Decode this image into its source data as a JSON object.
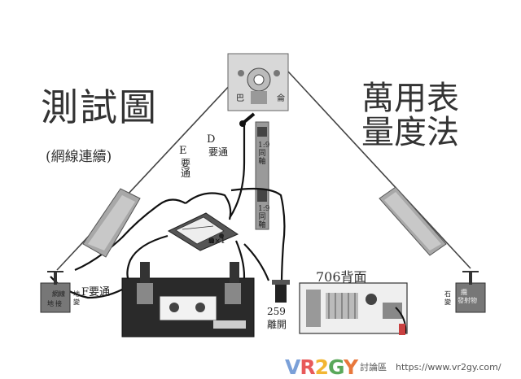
{
  "title_left": "測試圖",
  "subtitle_left": "(網線連續)",
  "title_right_line1": "萬用表",
  "title_right_line2": "量度法",
  "label_e": "E",
  "label_e_sub1": "要",
  "label_e_sub2": "通",
  "label_d": "D",
  "label_d_sub": "要通",
  "label_f": "F要通",
  "label_706_back": "706背面",
  "label_259": "259",
  "label_259_sub": "離開",
  "meter_label": "Ω×1",
  "coax_label_upper": "1:9 同軸",
  "coax_label_lower": "1:9 同軸",
  "balun_label_1": "巴",
  "balun_label_2": "侖",
  "left_ground_label_1": "網線",
  "left_ground_label_2": "地",
  "left_ground_label_3": "接",
  "left_ground_label_4": "地",
  "left_ground_label_5": "變",
  "right_ground_label_1": "石",
  "right_ground_label_2": "變",
  "right_ground_label_3": "纜",
  "right_ground_label_4": "發射",
  "right_ground_label_5": "物",
  "brand_text": "VR2GY",
  "brand_zone": "討論區",
  "brand_url": "https://www.vr2gy.com/",
  "brand_colors": {
    "v": "#7aa0d8",
    "r": "#e85a5a",
    "two": "#f2b632",
    "g": "#5aa85a",
    "y": "#e8783c"
  }
}
